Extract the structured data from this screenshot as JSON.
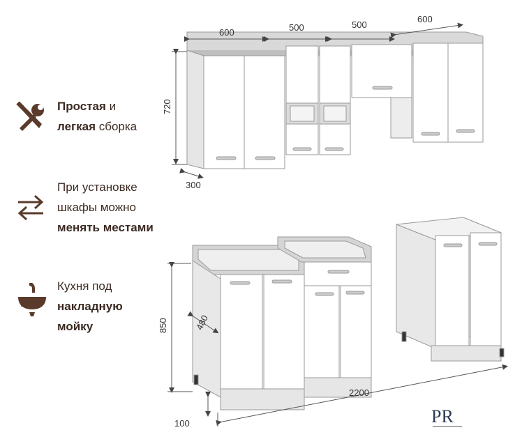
{
  "features": [
    {
      "icon": "tools-icon",
      "bold1": "Простая",
      "text1": " и",
      "bold2": "легкая",
      "text2": " сборка"
    },
    {
      "icon": "swap-arrows-icon",
      "line1": "При установке",
      "line2": "шкафы можно",
      "bold3": "менять местами"
    },
    {
      "icon": "sink-icon",
      "line1": "Кухня под",
      "bold2": "накладную",
      "bold3": "мойку"
    }
  ],
  "dimensions": {
    "top_w1": "600",
    "top_w2": "500",
    "top_w3": "500",
    "top_w4": "600",
    "top_height": "720",
    "top_depth": "300",
    "base_height": "850",
    "base_depth": "480",
    "plinth": "100",
    "total_width": "2200"
  },
  "logo_letters": "PR",
  "colors": {
    "text": "#3b2a22",
    "accent": "#5a3a2a",
    "line": "#555555"
  }
}
